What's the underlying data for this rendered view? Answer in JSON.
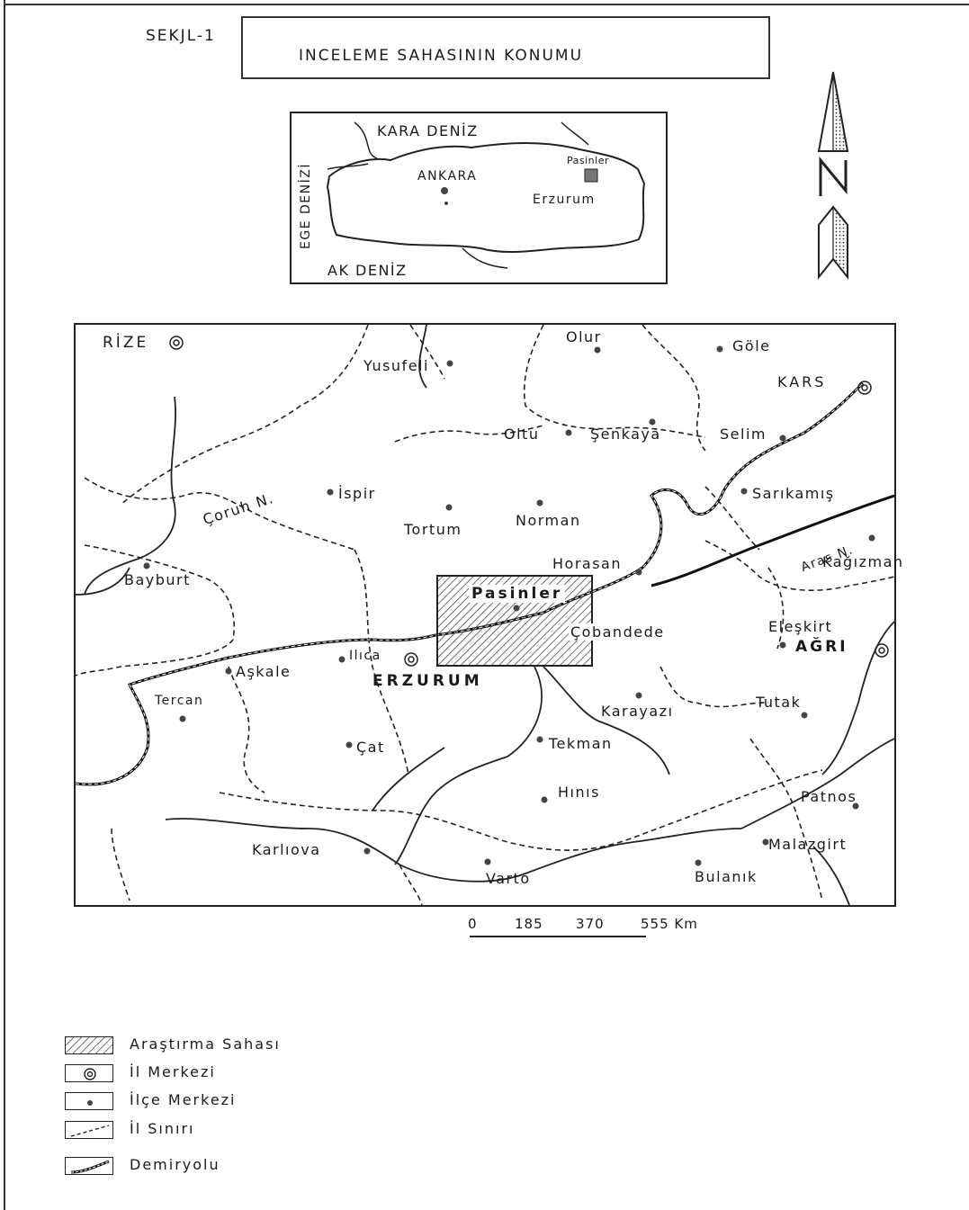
{
  "figure": {
    "number": "SEKJL-1",
    "title": "INCELEME SAHASININ KONUMU"
  },
  "inset": {
    "labels": {
      "kara_deniz": "KARA DENİZ",
      "ak_deniz": "AK DENİZ",
      "ege_denizi": "EGE DENİZİ",
      "ankara": "ANKARA",
      "erzurum": "Erzurum",
      "pasinler": "Pasinler"
    }
  },
  "map": {
    "places": {
      "rize": "RİZE",
      "yusufeli": "Yusufeli",
      "olur": "Olur",
      "gole": "Göle",
      "kars": "KARS",
      "oltu": "Oltu",
      "senkaya": "Şenkaya",
      "selim": "Selim",
      "ispir": "İspir",
      "tortum": "Tortum",
      "norman": "Norman",
      "sarikamis": "Sarıkamış",
      "coruh": "Çoruh N.",
      "aras": "Aras N.",
      "kagizman": "Kağızman",
      "bayburt": "Bayburt",
      "horasan": "Horasan",
      "pasinler": "Pasinler",
      "cobandede": "Çobandede",
      "eleskirt": "Eleşkirt",
      "agri": "AĞRI",
      "ilica": "Ilıca",
      "askale": "Aşkale",
      "erzurum": "ERZURUM",
      "tercan": "Tercan",
      "karayazi": "Karayazı",
      "tutak": "Tutak",
      "cat": "Çat",
      "tekman": "Tekman",
      "hinis": "Hınıs",
      "patnos": "Patnos",
      "karliova": "Karlıova",
      "malazgirt": "Malazgirt",
      "varto": "Varto",
      "bulanik": "Bulanık"
    }
  },
  "scale": {
    "ticks": [
      "0",
      "185",
      "370",
      "555 Km"
    ]
  },
  "legend": [
    {
      "label": "Araştırma Sahası"
    },
    {
      "label": "İl Merkezi"
    },
    {
      "label": "İlçe Merkezi"
    },
    {
      "label": "İl Sınırı"
    },
    {
      "label": "Demiryolu"
    }
  ]
}
